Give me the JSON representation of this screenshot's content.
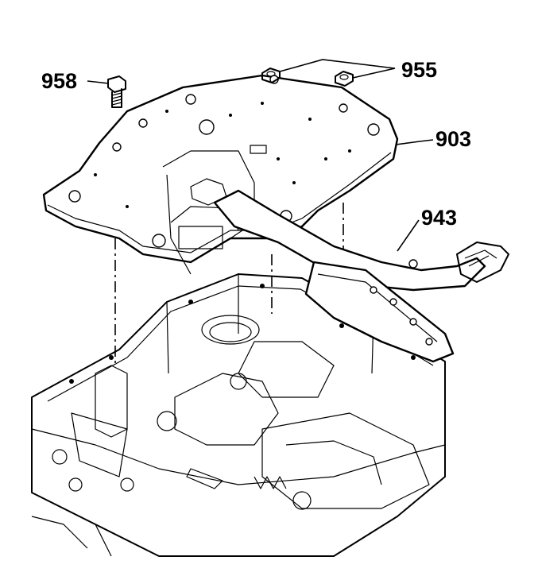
{
  "callouts": {
    "bolt": "958",
    "nuts": "955",
    "spacer_plate": "903",
    "wiring_harness": "943"
  }
}
